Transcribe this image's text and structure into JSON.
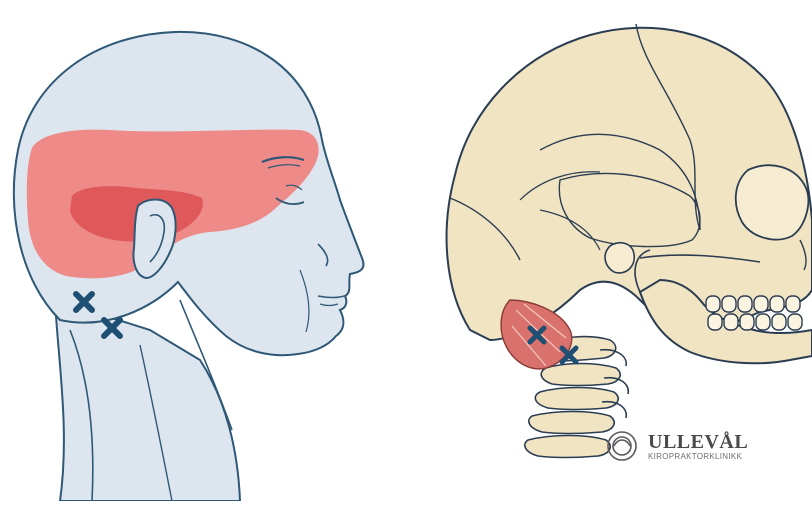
{
  "illustration": {
    "left_panel": "head-profile-with-headache-pain-zone",
    "right_panel": "skull-with-cervical-spine-and-suboccipital-muscles"
  },
  "colors": {
    "head_fill": "#dde6ef",
    "outline": "#2e5876",
    "pain_light": "#ee8a88",
    "pain_dark": "#e0595a",
    "skull_fill": "#f1e4c2",
    "skull_outline": "#2b3d52",
    "muscle": "#d9716c",
    "trigger_marker": "#1f4f73"
  },
  "logo": {
    "title": "ULLEVÅL",
    "subtitle": "KIROPRAKTORKLINIKK"
  }
}
